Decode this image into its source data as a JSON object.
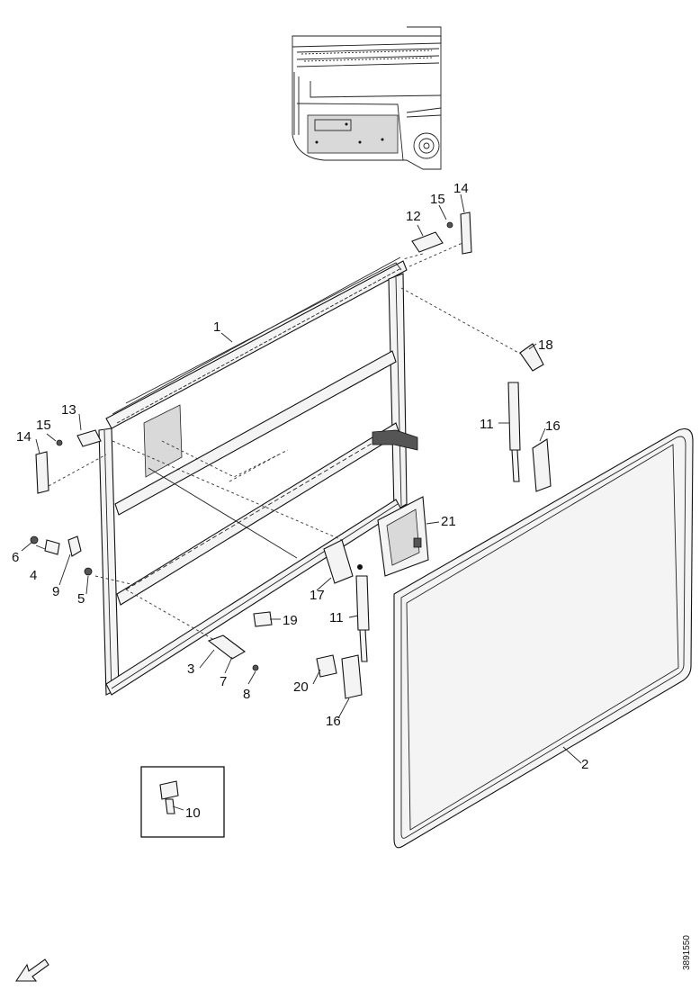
{
  "labels": [
    {
      "id": "1",
      "text": "1"
    },
    {
      "id": "2",
      "text": "2"
    },
    {
      "id": "3",
      "text": "3"
    },
    {
      "id": "4",
      "text": "4"
    },
    {
      "id": "5",
      "text": "5"
    },
    {
      "id": "6",
      "text": "6"
    },
    {
      "id": "7",
      "text": "7"
    },
    {
      "id": "8",
      "text": "8"
    },
    {
      "id": "9",
      "text": "9"
    },
    {
      "id": "10",
      "text": "10"
    },
    {
      "id": "11a",
      "text": "11"
    },
    {
      "id": "11b",
      "text": "11"
    },
    {
      "id": "12",
      "text": "12"
    },
    {
      "id": "13",
      "text": "13"
    },
    {
      "id": "14a",
      "text": "14"
    },
    {
      "id": "14b",
      "text": "14"
    },
    {
      "id": "15a",
      "text": "15"
    },
    {
      "id": "15b",
      "text": "15"
    },
    {
      "id": "16a",
      "text": "16"
    },
    {
      "id": "16b",
      "text": "16"
    },
    {
      "id": "17",
      "text": "17"
    },
    {
      "id": "18",
      "text": "18"
    },
    {
      "id": "19",
      "text": "19"
    },
    {
      "id": "20",
      "text": "20"
    },
    {
      "id": "21",
      "text": "21"
    }
  ],
  "drawing_number": "3891550"
}
